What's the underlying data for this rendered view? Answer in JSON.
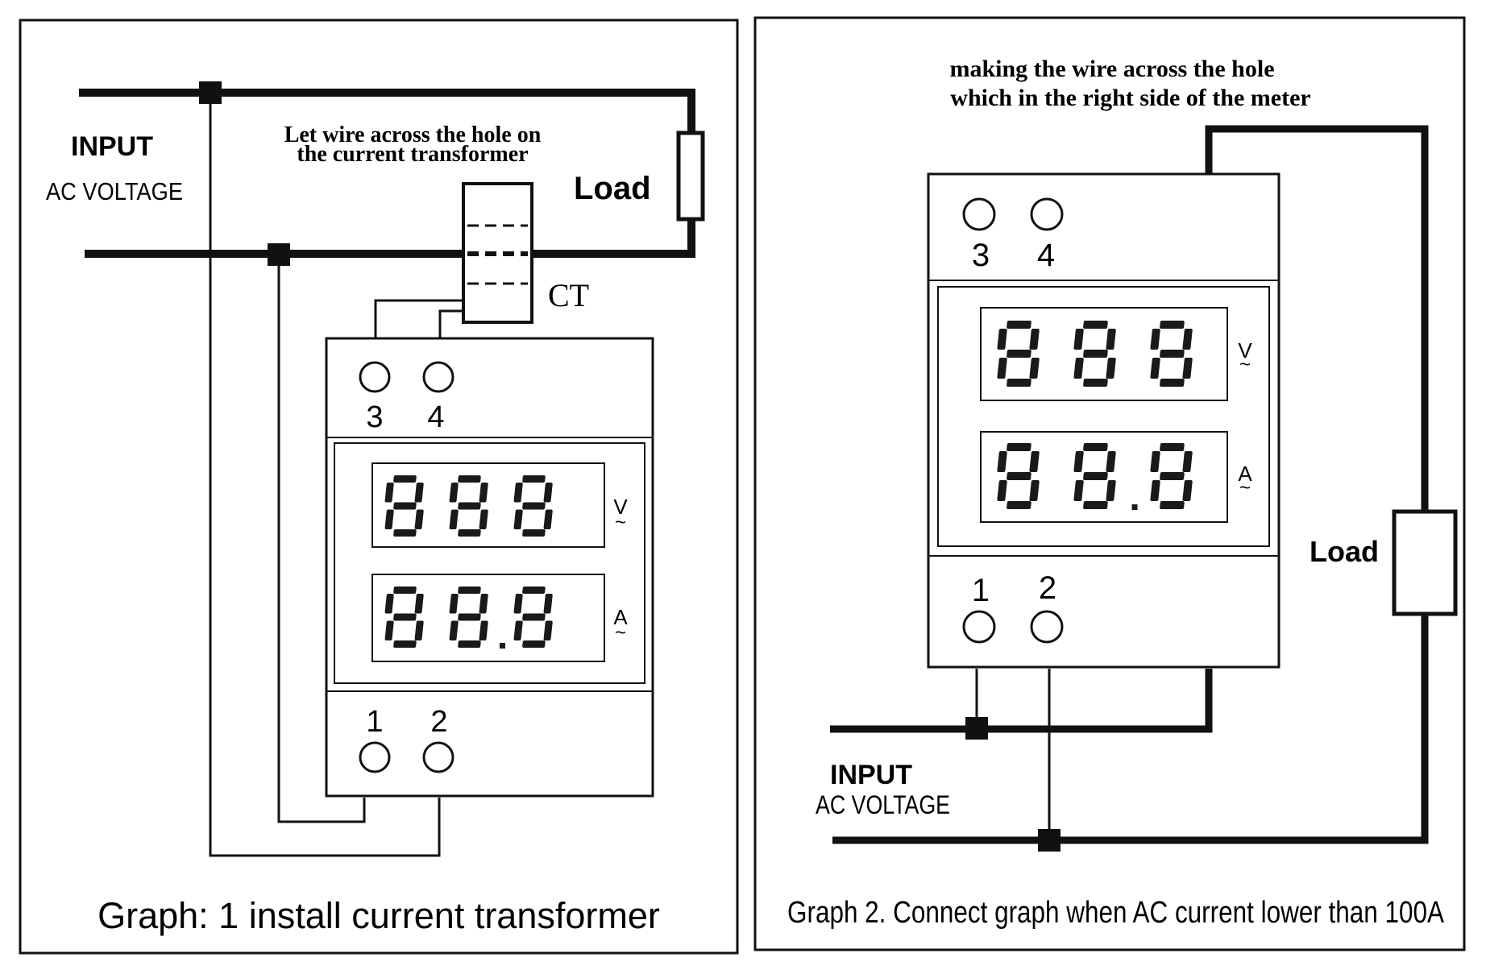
{
  "graph1": {
    "input_label": "INPUT",
    "voltage_label": "AC VOLTAGE",
    "note_line1": "Let wire across the hole on",
    "note_line2": "the current transformer",
    "load_label": "Load",
    "ct_label": "CT",
    "terminal_3": "3",
    "terminal_4": "4",
    "terminal_1": "1",
    "terminal_2": "2",
    "volt_digits": "888",
    "amp_digits": "88.8",
    "volt_unit": "V",
    "amp_unit": "A",
    "caption": "Graph: 1 install current transformer"
  },
  "graph2": {
    "note_line1": "making the wire across the hole",
    "note_line2": "which in the right side of the meter",
    "load_label": "Load",
    "terminal_3": "3",
    "terminal_4": "4",
    "terminal_1": "1",
    "terminal_2": "2",
    "volt_digits": "888",
    "amp_digits": "88.8",
    "volt_unit": "V",
    "amp_unit": "A",
    "input_label": "INPUT",
    "voltage_label": "AC VOLTAGE",
    "caption": "Graph 2. Connect graph when AC current lower than 100A"
  }
}
